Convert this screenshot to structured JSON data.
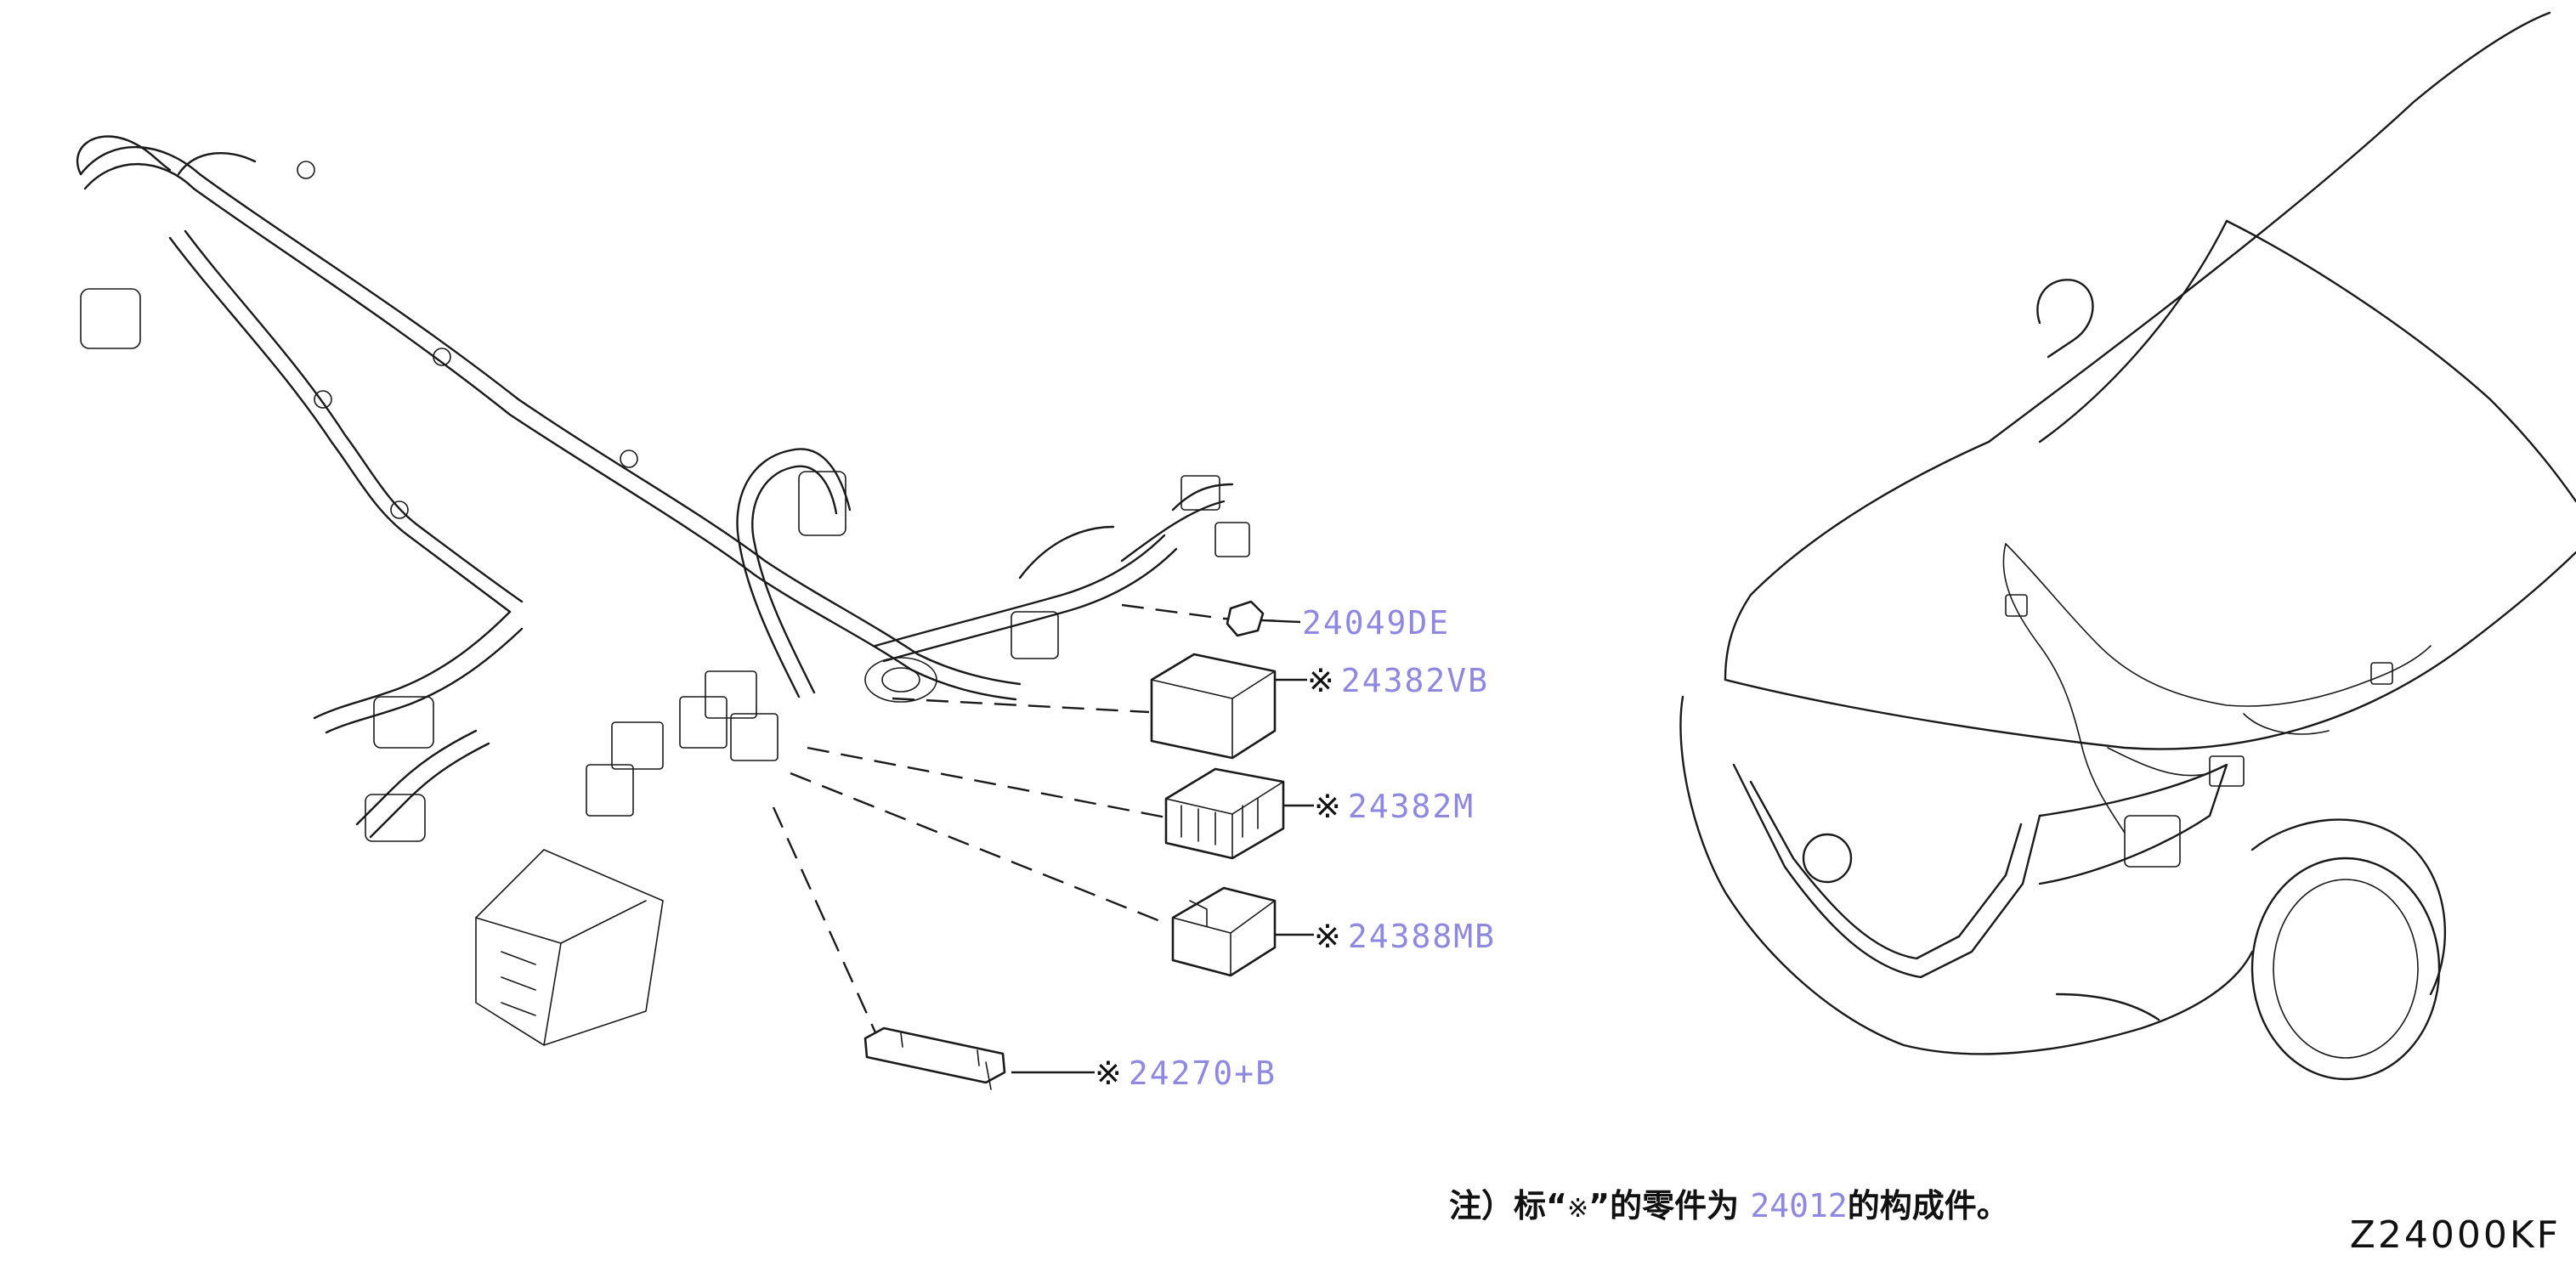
{
  "colors": {
    "link": "#8f88e0",
    "line": "#1a1a1a",
    "background": "#ffffff"
  },
  "callouts": [
    {
      "id": "24049de",
      "mark": "",
      "part_number": "24049DE"
    },
    {
      "id": "24382vb",
      "mark": "※",
      "part_number": "24382VB"
    },
    {
      "id": "24382m",
      "mark": "※",
      "part_number": "24382M"
    },
    {
      "id": "24388mb",
      "mark": "※",
      "part_number": "24388MB"
    },
    {
      "id": "24270b",
      "mark": "※",
      "part_number": "24270+B"
    }
  ],
  "note": {
    "prefix": "注）标“",
    "symbol": "※",
    "middle": "”的零件为 ",
    "reference": "24012",
    "suffix": "的构成件。"
  },
  "diagram_code": "Z24000KF"
}
